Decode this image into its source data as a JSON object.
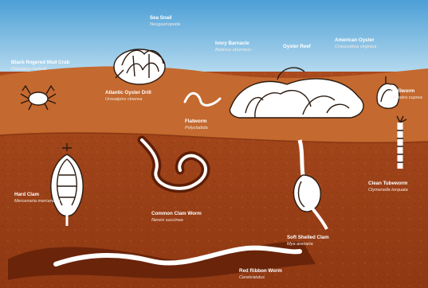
{
  "figure": {
    "kind": "illustrated diagram of intertidal mud-flat organisms",
    "palette": {
      "sky_top": "#4c9fd6",
      "sky_bottom": "#cfe8f4",
      "surface_mud": "#c1662e",
      "subsurface_mud": "#a8461c",
      "deep_mud": "#8e3410",
      "organism_fill": "#ffffff",
      "label_text": "#ffffff"
    }
  },
  "labels": {
    "snail": {
      "name": "Sea Snail",
      "latin": "Neogastropoda"
    },
    "crab": {
      "name": "Black-fingered Mud Crab",
      "latin": "Panopeus herbstii"
    },
    "drill": {
      "name": "Atlantic Oyster Drill",
      "latin": "Urosalpinx cinerea"
    },
    "barnacle": {
      "name": "Ivory Barnacle",
      "latin": "Balanus eburneus"
    },
    "reef": {
      "name": "Oyster Reef"
    },
    "oyster": {
      "name": "American Oyster",
      "latin": "Crassostrea virginica"
    },
    "quillworm": {
      "name": "Quillworm",
      "latin": "Diopatra cuprea"
    },
    "flatworm": {
      "name": "Flatworm",
      "latin": "Polycladida"
    },
    "hardclam": {
      "name": "Hard Clam",
      "latin": "Mercenaria mercenaria"
    },
    "clamworm": {
      "name": "Common Clam Worm",
      "latin": "Nereis succinea"
    },
    "softclam": {
      "name": "Soft Shelled Clam",
      "latin": "Mya arenaria"
    },
    "tubeworm": {
      "name": "Clean Tubeworm",
      "latin": "Clymenella torquata"
    },
    "ribbonworm": {
      "name": "Red Ribbon Worm",
      "latin": "Cerebratulus"
    }
  }
}
